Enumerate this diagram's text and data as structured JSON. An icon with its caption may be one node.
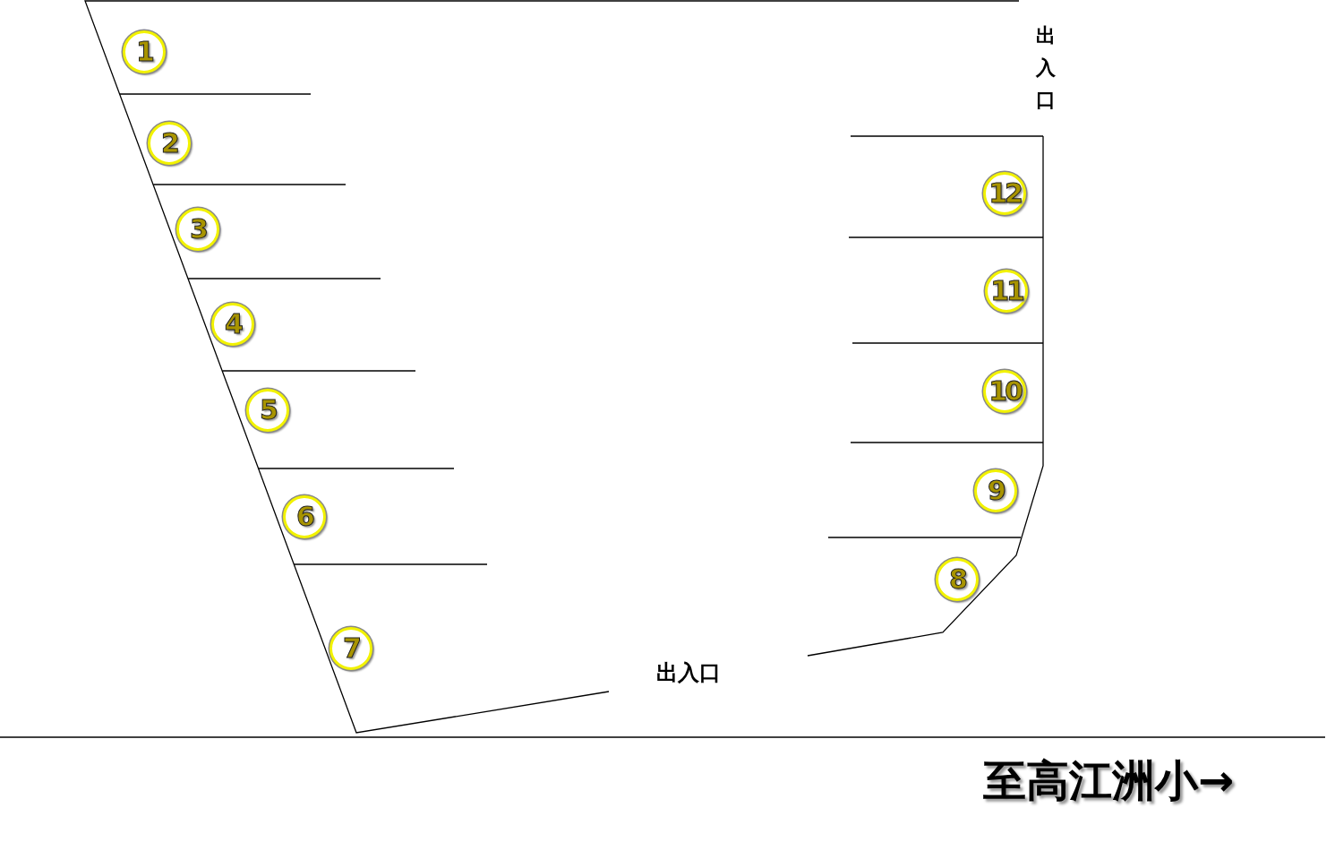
{
  "diagram": {
    "nodes": [
      {
        "text": [
          "1"
        ]
      },
      {
        "text": [
          "2"
        ]
      },
      {
        "text": [
          "3"
        ]
      },
      {
        "text": [
          "4"
        ]
      },
      {
        "text": [
          "5"
        ]
      },
      {
        "text": [
          "6"
        ]
      },
      {
        "text": [
          "7"
        ]
      },
      {
        "text": [
          "8"
        ]
      },
      {
        "text": [
          "9"
        ]
      },
      {
        "text": [
          "10"
        ]
      },
      {
        "text": [
          "11"
        ]
      },
      {
        "text": [
          "12"
        ]
      }
    ],
    "labels": [
      "出入口",
      "出入口",
      "至高江洲小→"
    ]
  }
}
